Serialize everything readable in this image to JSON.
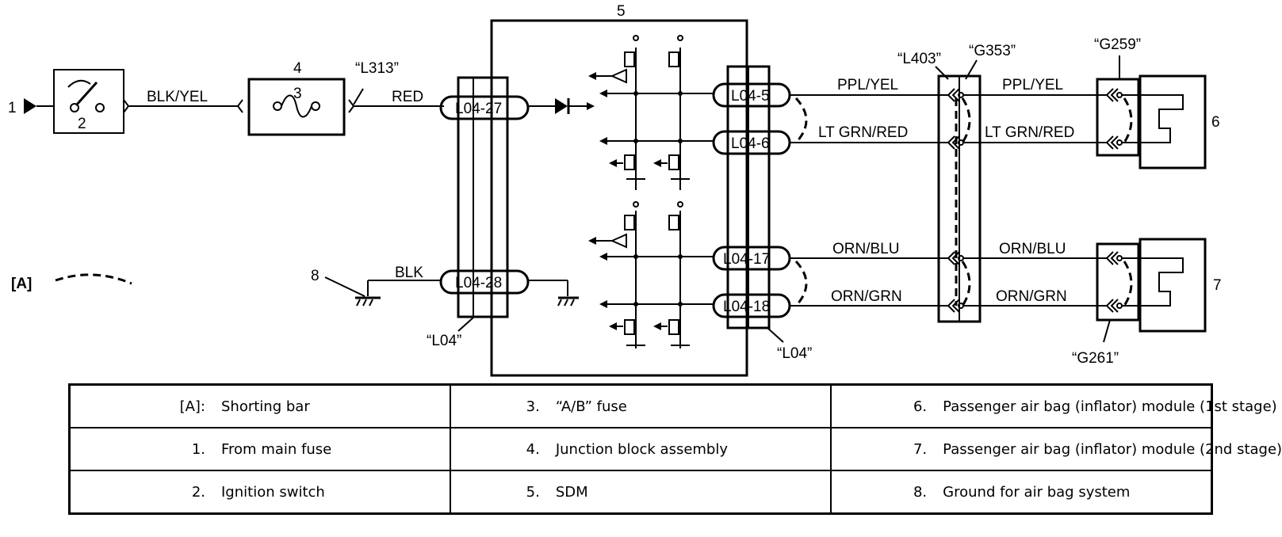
{
  "labels": {
    "item_1": "1",
    "item_2": "2",
    "item_3": "3",
    "item_4": "4",
    "item_5": "5",
    "item_6": "6",
    "item_7": "7",
    "item_8": "8",
    "shorting_bar_key": "[A]"
  },
  "wires": {
    "blk_yel": "BLK/YEL",
    "red": "RED",
    "blk": "BLK",
    "ppl_yel_left": "PPL/YEL",
    "ppl_yel_right": "PPL/YEL",
    "lt_grn_red_left": "LT GRN/RED",
    "lt_grn_red_right": "LT GRN/RED",
    "orn_blu_left": "ORN/BLU",
    "orn_blu_right": "ORN/BLU",
    "orn_grn_left": "ORN/GRN",
    "orn_grn_right": "ORN/GRN"
  },
  "connectors": {
    "l313": "“L313”",
    "l403": "“L403”",
    "g353": "“G353”",
    "g259": "“G259”",
    "g261": "“G261”",
    "l04_left": "“L04”",
    "l04_right": "“L04”"
  },
  "terminals": {
    "t27": "L04-27",
    "t28": "L04-28",
    "t5": "L04-5",
    "t6": "L04-6",
    "t17": "L04-17",
    "t18": "L04-18"
  },
  "legend": {
    "rows": [
      [
        {
          "key": "[A]:",
          "text": "Shorting bar"
        },
        {
          "key": "3.",
          "text": "“A/B” fuse"
        },
        {
          "key": "6.",
          "text": "Passenger air bag (inflator) module (1st stage)"
        }
      ],
      [
        {
          "key": "1.",
          "text": "From main fuse"
        },
        {
          "key": "4.",
          "text": "Junction block assembly"
        },
        {
          "key": "7.",
          "text": "Passenger air bag (inflator) module (2nd stage)"
        }
      ],
      [
        {
          "key": "2.",
          "text": "Ignition switch"
        },
        {
          "key": "5.",
          "text": "SDM"
        },
        {
          "key": "8.",
          "text": "Ground for air bag system"
        }
      ]
    ]
  }
}
